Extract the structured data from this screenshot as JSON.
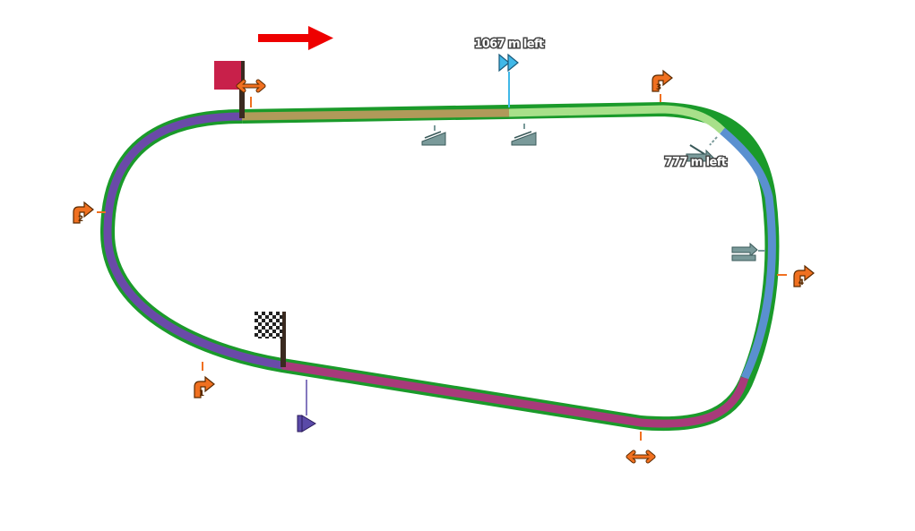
{
  "map": {
    "direction_arrow_color": "#ee0000",
    "colors": {
      "outline": "#1a9a2a",
      "seg_start_straight": "#b09a5a",
      "seg_back_straight": "#a8e08a",
      "seg_right_curve": "#5a90d0",
      "seg_home_straight": "#a83a7a",
      "seg_left_curve": "#6a4aa8",
      "corner_marker": "#f07020",
      "slope_marker": "#7a9a9a",
      "spurt_marker": "#40b8e8",
      "position_marker": "#5a4aa8",
      "start_flag": "#c8204a"
    },
    "labels": {
      "spurt_remaining": "1067 m left",
      "late_remaining": "777 m left"
    },
    "corners": [
      {
        "number": "1",
        "icon": "corner-turn-icon"
      },
      {
        "number": "2",
        "icon": "corner-turn-icon"
      },
      {
        "number": "3",
        "icon": "corner-turn-icon"
      },
      {
        "number": "4",
        "icon": "corner-turn-icon"
      }
    ],
    "icons": {
      "start": "start-flag-icon",
      "finish": "checkered-flag-icon",
      "straight": "straight-double-arrow-icon",
      "slope": "slope-icon",
      "spurt": "fast-forward-icon",
      "lane_change": "lane-change-icon",
      "position": "position-play-icon"
    }
  }
}
